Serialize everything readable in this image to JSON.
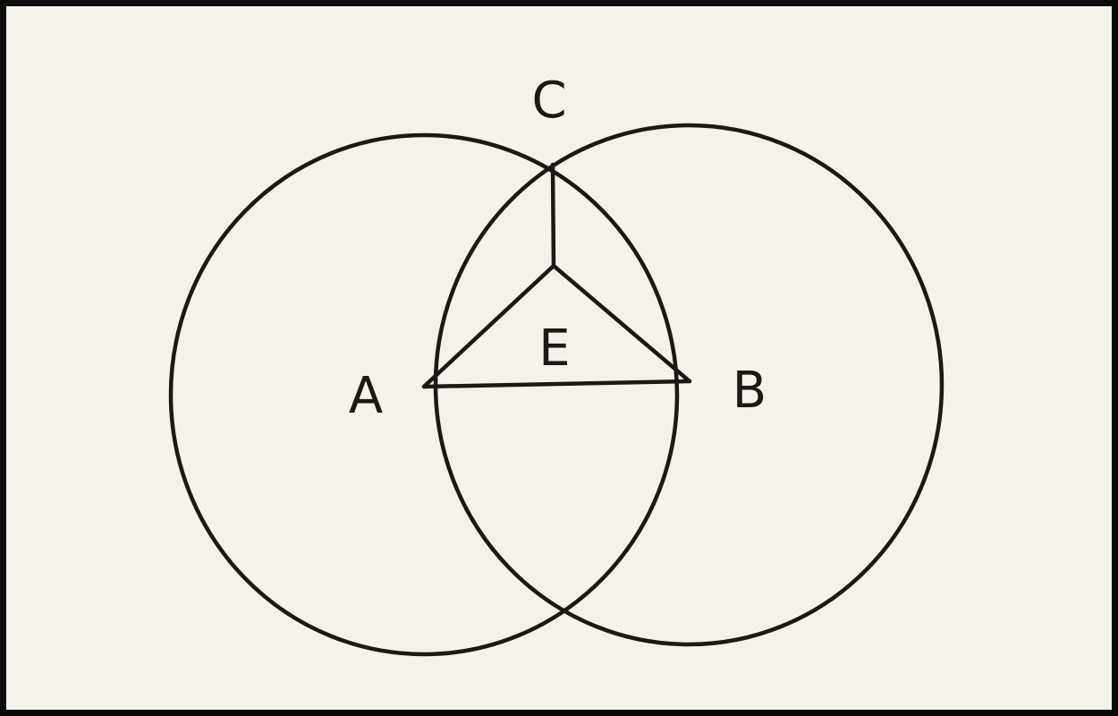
{
  "diagram": {
    "labels": {
      "c": "C",
      "a": "A",
      "e": "E",
      "b": "B"
    },
    "colors": {
      "ink": "#1c1816",
      "paper": "#f4f2ea",
      "border": "#0b0b0b"
    }
  }
}
